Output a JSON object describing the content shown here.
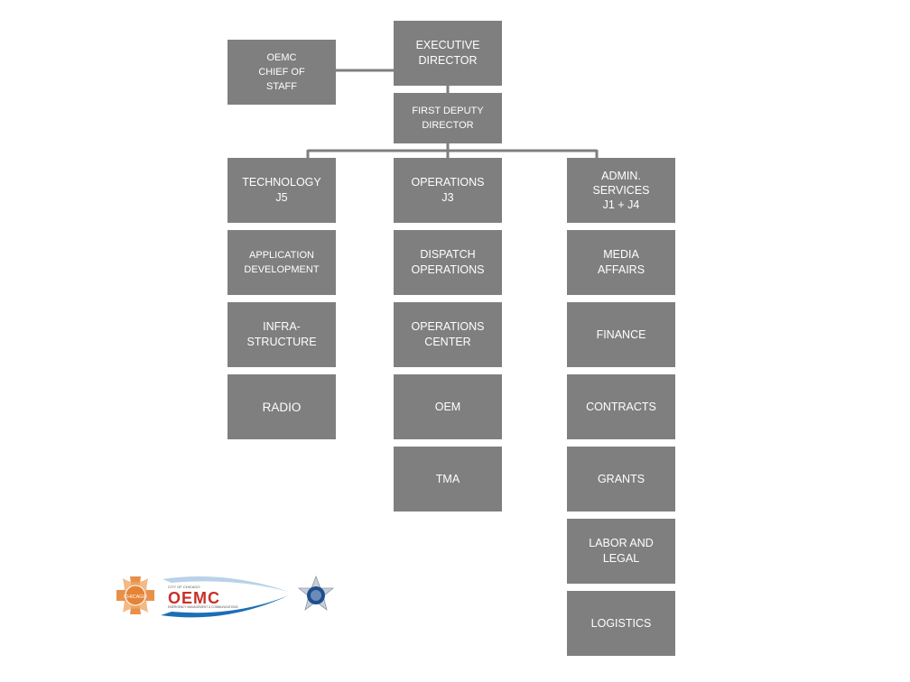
{
  "colors": {
    "box": "#7f7f7f",
    "connector": "#7f7f7f",
    "text": "#ffffff"
  },
  "boxes": {
    "executive_director": "EXECUTIVE\nDIRECTOR",
    "chief_of_staff": "OEMC\nCHIEF OF\nSTAFF",
    "first_deputy": "FIRST DEPUTY\nDIRECTOR",
    "technology": "TECHNOLOGY\nJ5",
    "application_development": "APPLICATION\nDEVELOPMENT",
    "infrastructure": "INFRA-\nSTRUCTURE",
    "radio": "RADIO",
    "operations": "OPERATIONS\nJ3",
    "dispatch_operations": "DISPATCH\nOPERATIONS",
    "operations_center": "OPERATIONS\nCENTER",
    "oem": "OEM",
    "tma": "TMA",
    "admin_services": "ADMIN.\nSERVICES\nJ1 + J4",
    "media_affairs": "MEDIA\nAFFAIRS",
    "finance": "FINANCE",
    "contracts": "CONTRACTS",
    "grants": "GRANTS",
    "labor_and_legal": "LABOR AND\nLEGAL",
    "logistics": "LOGISTICS"
  },
  "logos": {
    "fire_badge_text": "CHICAGO",
    "oemc_small_text": "CITY OF CHICAGO",
    "oemc_wordmark": "OEMC",
    "oemc_subtitle": "EMERGENCY MANAGEMENT & COMMUNICATIONS"
  }
}
